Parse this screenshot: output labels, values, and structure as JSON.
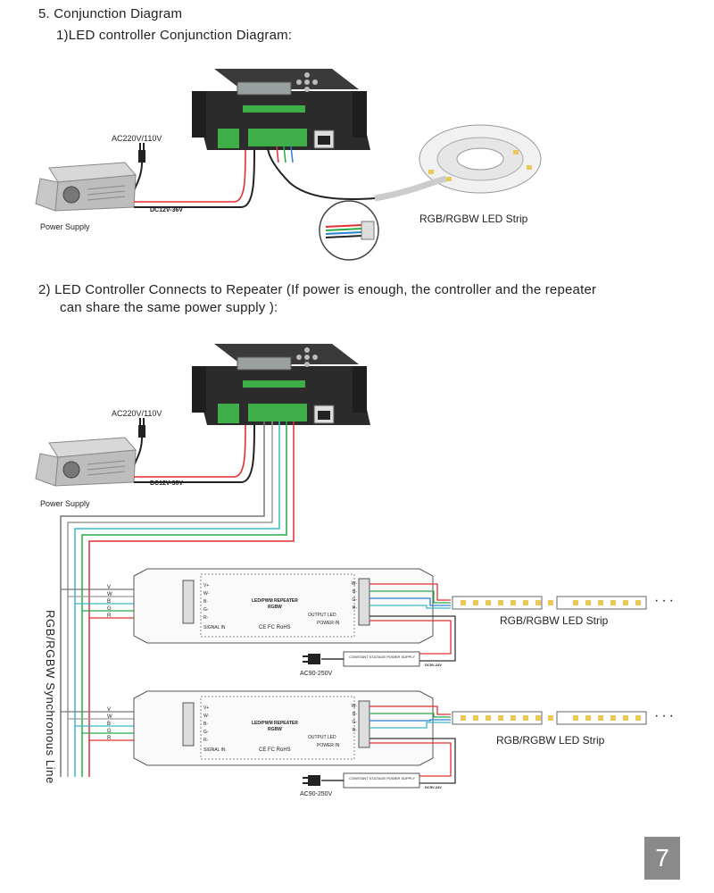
{
  "section": {
    "title": "5. Conjunction Diagram",
    "sub1": "1)LED controller Conjunction Diagram:",
    "sub2_line1": "2)  LED Controller Connects to Repeater (If power is enough, the controller and the repeater",
    "sub2_line2": "can share the same power supply ):"
  },
  "diagram1": {
    "ac_label": "AC220V/110V",
    "dc_label": "DC12V-36V",
    "power_supply": "Power Supply",
    "strip_label": "RGB/RGBW LED Strip"
  },
  "diagram2": {
    "ac_label": "AC220V/110V",
    "dc_label": "DC12V-36V",
    "power_supply": "Power Supply",
    "sync_line": "RGB/RGBW Synchronous Line",
    "repeaters": [
      {
        "title": "LED/PWM REPEATER",
        "model": "RGBW",
        "ac_label": "AC90-250V",
        "cv_label": "CONSTANT VOLTAGE POWER SUPPLY",
        "dc_label": "DC5V-24V",
        "strip_label": "RGB/RGBW LED Strip",
        "in_pins": [
          "V+",
          "W-",
          "B-",
          "G-",
          "R-"
        ],
        "signal_in": "SIGNAL IN",
        "out_pins": [
          "W-",
          "B-",
          "G-",
          "R-",
          "V+"
        ],
        "output_led": "OUTPUT LED",
        "power_in": "POWER IN",
        "marks": "CE FC RoHS"
      },
      {
        "title": "LED/PWM REPEATER",
        "model": "RGBW",
        "ac_label": "AC90-250V",
        "cv_label": "CONSTANT VOLTAGE POWER SUPPLY",
        "dc_label": "DC5V-24V",
        "strip_label": "RGB/RGBW LED  Strip",
        "in_pins": [
          "V+",
          "W-",
          "B-",
          "G-",
          "R-"
        ],
        "signal_in": "SIGNAL IN",
        "out_pins": [
          "W-",
          "B-",
          "G-",
          "R-",
          "V+"
        ],
        "output_led": "OUTPUT LED",
        "power_in": "POWER IN",
        "marks": "CE FC RoHS"
      }
    ],
    "wire_letters": [
      "V",
      "W",
      "B",
      "G",
      "R"
    ]
  },
  "page_number": "7",
  "colors": {
    "wire_red": "#e03030",
    "wire_green": "#2aa84a",
    "wire_blue": "#2a7fd0",
    "wire_cyan": "#3ab8c8",
    "wire_black": "#333333",
    "wire_gray": "#9a9a9a",
    "terminal_green": "#3fae49",
    "controller_dark": "#2b2b2b"
  }
}
